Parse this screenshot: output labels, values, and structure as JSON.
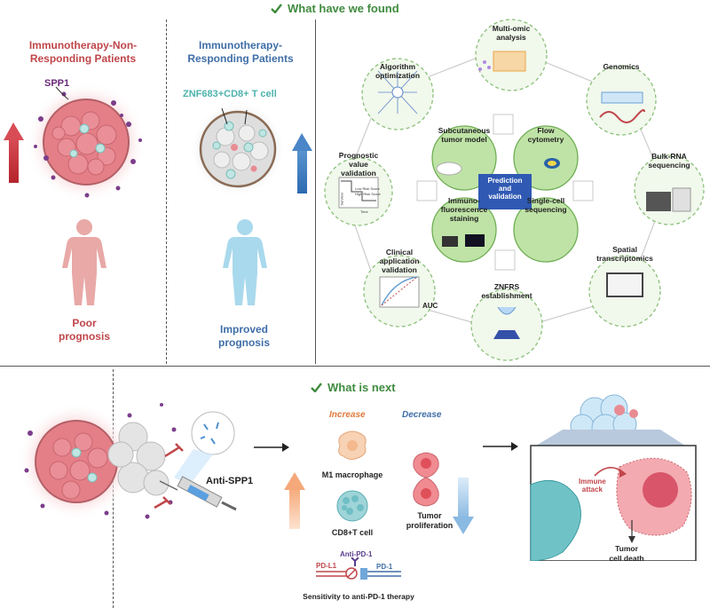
{
  "top_header": "What have we found",
  "bottom_header": "What is next",
  "left_panel": {
    "title": "Immunotherapy-Non-\nResponding Patients",
    "marker": "SPP1",
    "prognosis": "Poor\nprognosis"
  },
  "mid_panel": {
    "title": "Immunotherapy-\nResponding Patients",
    "marker": "ZNF683+CD8+ T cell",
    "prognosis": "Improved\nprognosis"
  },
  "wheel": {
    "center": "Prediction\nand\nvalidation",
    "inner": [
      "Subcutaneous\ntumor model",
      "Flow\ncytometry",
      "Immuno-\nfluorescence\nstaining",
      "Single-cell\nsequencing"
    ],
    "outer": [
      "Multi-omic\nanalysis",
      "Genomics",
      "Bulk-RNA\nsequencing",
      "Spatial\ntranscriptomics",
      "ZNFRS\nestablishment",
      "Clinical\napplication\nvalidation",
      "Prognostic\nvalue\nvalidation",
      "Algorithm\noptimization"
    ],
    "auc_label": "AUC",
    "km_legend": [
      "Low Risk Score",
      "High Risk Score"
    ],
    "km_axis_y": "Survival",
    "km_axis_x": "Time"
  },
  "next": {
    "drug": "Anti-SPP1",
    "increase": "Increase",
    "decrease": "Decrease",
    "m1": "M1 macrophage",
    "cd8": "CD8+T cell",
    "tumor_prolif": "Tumor\nproliferation",
    "anti_pd1": "Anti-PD-1",
    "pdl1": "PD-L1",
    "pd1": "PD-1",
    "sensitivity": "Sensitivity to anti-PD-1 therapy",
    "immune_attack": "Immune\nattack",
    "tumor_death": "Tumor\ncell death"
  },
  "colors": {
    "green": "#3f8b3f",
    "red": "#c0464a",
    "blue": "#3f6ea8",
    "orange": "#e07a3c",
    "light_green": "#cfe8c2"
  }
}
